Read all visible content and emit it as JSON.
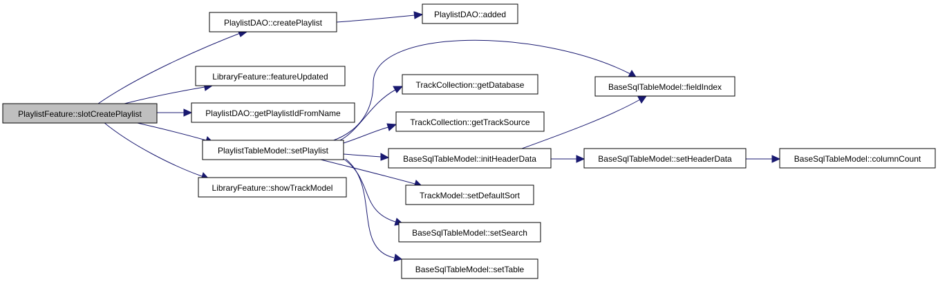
{
  "colors": {
    "edge": "#191970",
    "root_fill": "#bfbfbf",
    "node_fill": "#ffffff",
    "border": "#000000"
  },
  "nodes": {
    "slotCreatePlaylist": "PlaylistFeature::slotCreatePlaylist",
    "createPlaylist": "PlaylistDAO::createPlaylist",
    "added": "PlaylistDAO::added",
    "featureUpdated": "LibraryFeature::featureUpdated",
    "getPlaylistIdFromName": "PlaylistDAO::getPlaylistIdFromName",
    "setPlaylist": "PlaylistTableModel::setPlaylist",
    "showTrackModel": "LibraryFeature::showTrackModel",
    "getDatabase": "TrackCollection::getDatabase",
    "getTrackSource": "TrackCollection::getTrackSource",
    "initHeaderData": "BaseSqlTableModel::initHeaderData",
    "setDefaultSort": "TrackModel::setDefaultSort",
    "setSearch": "BaseSqlTableModel::setSearch",
    "setTable": "BaseSqlTableModel::setTable",
    "fieldIndex": "BaseSqlTableModel::fieldIndex",
    "setHeaderData": "BaseSqlTableModel::setHeaderData",
    "columnCount": "BaseSqlTableModel::columnCount"
  },
  "edges": [
    [
      "slotCreatePlaylist",
      "createPlaylist"
    ],
    [
      "slotCreatePlaylist",
      "featureUpdated"
    ],
    [
      "slotCreatePlaylist",
      "getPlaylistIdFromName"
    ],
    [
      "slotCreatePlaylist",
      "setPlaylist"
    ],
    [
      "slotCreatePlaylist",
      "showTrackModel"
    ],
    [
      "createPlaylist",
      "added"
    ],
    [
      "setPlaylist",
      "fieldIndex"
    ],
    [
      "setPlaylist",
      "getDatabase"
    ],
    [
      "setPlaylist",
      "getTrackSource"
    ],
    [
      "setPlaylist",
      "initHeaderData"
    ],
    [
      "setPlaylist",
      "setDefaultSort"
    ],
    [
      "setPlaylist",
      "setSearch"
    ],
    [
      "setPlaylist",
      "setTable"
    ],
    [
      "initHeaderData",
      "fieldIndex"
    ],
    [
      "initHeaderData",
      "setHeaderData"
    ],
    [
      "setHeaderData",
      "columnCount"
    ]
  ]
}
